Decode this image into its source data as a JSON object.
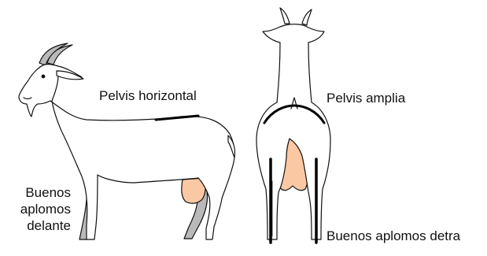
{
  "labels": {
    "pelvis_horizontal": "Pelvis horizontal",
    "pelvis_amplia": "Pelvis amplia",
    "buenos_aplomos_delante": [
      "Buenos",
      "aplomos",
      "delante"
    ],
    "buenos_aplomos_detras": "Buenos aplomos detra"
  },
  "colors": {
    "outline": "#111111",
    "body_fill": "#ffffff",
    "udder": "#fbc8a4",
    "far_legs_horns": "#b9b9b9",
    "marker": "#000000"
  }
}
